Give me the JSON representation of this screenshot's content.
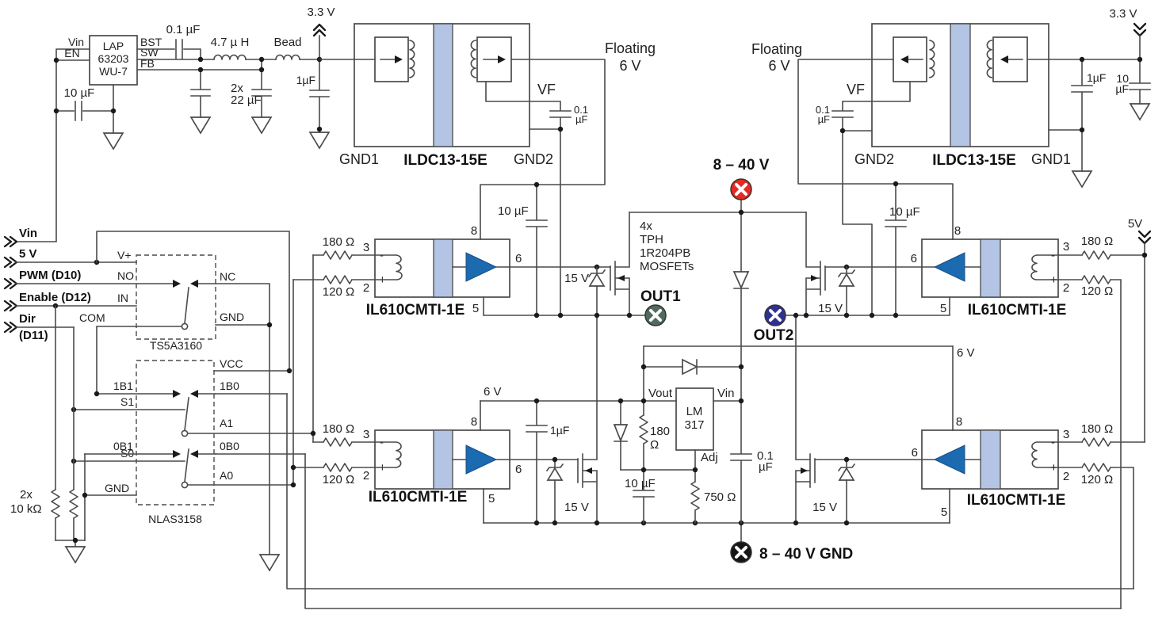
{
  "colors": {
    "isolation_barrier": "#b3c4e5",
    "driver_triangle": "#1c6ab0",
    "supply_marker": "#e42a25",
    "out1_marker": "#516a5e",
    "out2_marker": "#2e3192",
    "gnd_marker": "#161616"
  },
  "inputs": {
    "vin": "Vin",
    "v5": "5 V",
    "pwm": "PWM (D10)",
    "enable": "Enable (D12)",
    "dir": "Dir",
    "dir_sub": "(D11)"
  },
  "regulator": {
    "name1": "LAP",
    "name2": "63203",
    "name3": "WU-7",
    "vin": "Vin",
    "en": "EN",
    "bst": "BST",
    "sw": "SW",
    "fb": "FB",
    "cap_in": "10 µF",
    "cap_bst": "0.1 µF",
    "inductor": "4.7 µ H",
    "bead": "Bead",
    "cap_out1": "2x",
    "cap_out2": "22 µF",
    "cap_1u": "1µF",
    "rail": "3.3 V"
  },
  "ildc": {
    "name": "ILDC13-15E",
    "gnd1": "GND1",
    "gnd2": "GND2",
    "vf": "VF",
    "c01a": "0.1",
    "c01b": "µF",
    "float1": "Floating",
    "float2": "6 V",
    "bulk": "10 µF",
    "rail": "3.3 V",
    "c1u": "1µF",
    "c10a": "10",
    "c10b": "µF"
  },
  "il610": {
    "name": "IL610CMTI-1E",
    "r180": "180 Ω",
    "r120": "120 Ω",
    "p2": "2",
    "p3": "3",
    "p5": "5",
    "p6": "6",
    "p8": "8",
    "neg": "-",
    "pos": "+"
  },
  "ts5a": {
    "name": "TS5A3160",
    "vp": "V+",
    "no": "NO",
    "in": "IN",
    "com": "COM",
    "nc": "NC",
    "gnd": "GND"
  },
  "nlas": {
    "name": "NLAS3158",
    "vcc": "VCC",
    "b11": "1B1",
    "s1": "S1",
    "b10": "1B0",
    "a1": "A1",
    "b01": "0B1",
    "s0": "S0",
    "b00": "0B0",
    "a0": "A0",
    "gnd": "GND"
  },
  "pulldown": {
    "qty": "2x",
    "val": "10 kΩ"
  },
  "power": {
    "v5": "5V",
    "supply": "8 – 40 V",
    "supply_gnd": "8 – 40 V GND",
    "out1": "OUT1",
    "out2": "OUT2",
    "v6": "6 V",
    "zener": "15 V"
  },
  "mosfet_note": [
    "4x",
    "TPH",
    "1R204PB",
    "MOSFETs"
  ],
  "lm317": {
    "name1": "LM",
    "name2": "317",
    "vout": "Vout",
    "vin": "Vin",
    "adj": "Adj",
    "r180a": "180",
    "r180b": "Ω",
    "r750": "750 Ω",
    "c10": "10 µF",
    "c01a": "0.1",
    "c01b": "µF"
  }
}
